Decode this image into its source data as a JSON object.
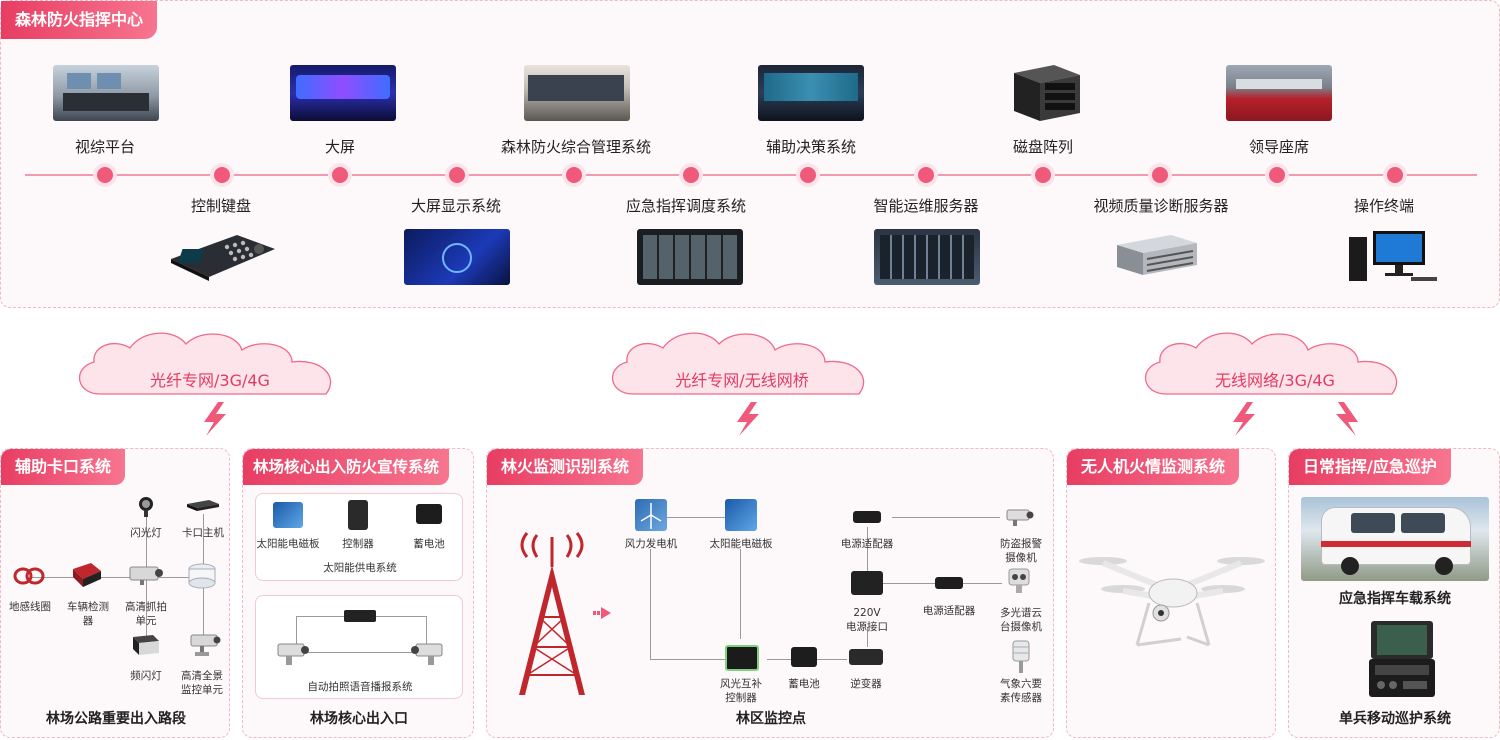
{
  "top": {
    "title": "森林防火指挥中心",
    "upper": [
      "视综平台",
      "大屏",
      "森林防火综合管理系统",
      "辅助决策系统",
      "磁盘阵列",
      "领导座席"
    ],
    "lower": [
      "控制键盘",
      "大屏显示系统",
      "应急指挥调度系统",
      "智能运维服务器",
      "视频质量诊断服务器",
      "操作终端"
    ]
  },
  "clouds": [
    "光纤专网/3G/4G",
    "光纤专网/无线网桥",
    "无线网络/3G/4G"
  ],
  "checkpoint": {
    "title": "辅助卡口系统",
    "items": {
      "loop": "地感线圈",
      "detector": "车辆检测\n器",
      "hd_camera": "高清抓拍\n单元",
      "flash": "闪光灯",
      "host": "卡口主机",
      "strobe": "频闪灯",
      "pano_camera": "高清全景\n监控单元"
    },
    "footer": "林场公路重要出入路段"
  },
  "promo": {
    "title": "林场核心出入防火宣传系统",
    "solar_items": [
      "太阳能电磁板",
      "控制器",
      "蓄电池"
    ],
    "solar_caption": "太阳能供电系统",
    "audio_caption": "自动拍照语音播报系统",
    "footer": "林场核心出入口"
  },
  "firemon": {
    "title": "林火监测识别系统",
    "items": {
      "wind": "风力发电机",
      "solar": "太阳能电磁板",
      "adapter1": "电源适配器",
      "camera1": "防盗报警\n摄像机",
      "power220": "220V\n电源接口",
      "adapter2": "电源适配器",
      "camera2": "多光谱云\n台摄像机",
      "hybrid": "风光互补\n控制器",
      "battery": "蓄电池",
      "inverter": "逆变器",
      "weather": "气象六要\n素传感器"
    },
    "footer": "林区监控点"
  },
  "uav": {
    "title": "无人机火情监测系统"
  },
  "patrol": {
    "title": "日常指挥/应急巡护",
    "vehicle": "应急指挥车载系统",
    "single": "单兵移动巡护系统"
  },
  "colors": {
    "accent": "#e83d63",
    "accent_light": "#f7758f",
    "panel_border": "#f2b8c3",
    "timeline": "#f05a7a"
  }
}
